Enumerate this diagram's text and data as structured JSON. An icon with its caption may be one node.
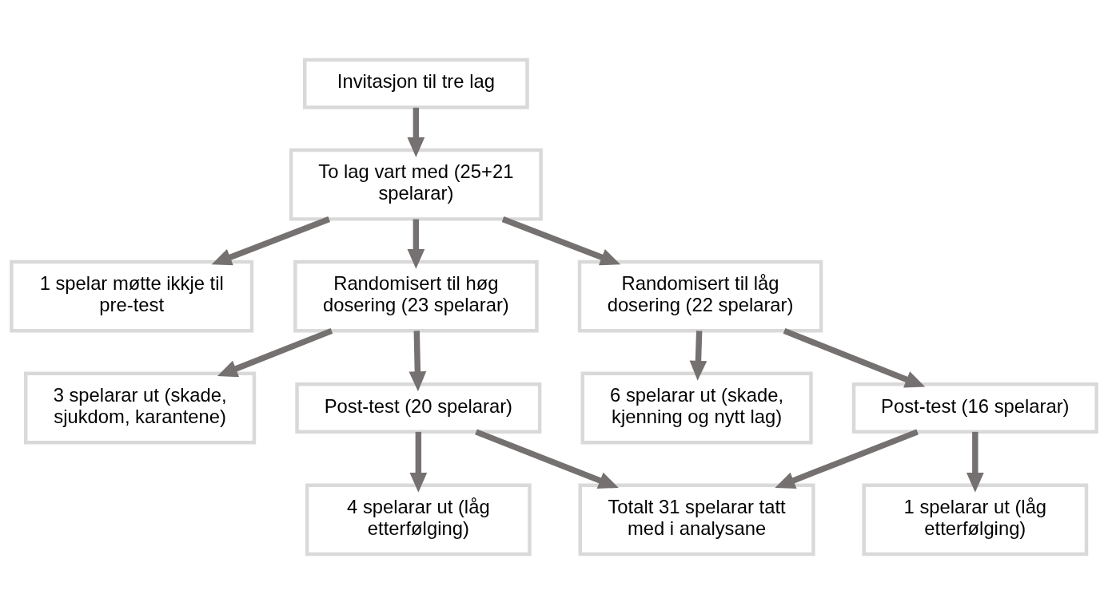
{
  "diagram": {
    "nodes": [
      {
        "text": [
          "Invitasjon til tre lag"
        ]
      },
      {
        "text": [
          "To lag vart med (25+21 spelarar)"
        ]
      },
      {
        "text": [
          "1 spelar møtte ikkje til pre-test"
        ]
      },
      {
        "text": [
          "Randomisert til høg dosering (23 spelarar)"
        ]
      },
      {
        "text": [
          "Randomisert til låg dosering (22 spelarar)"
        ]
      },
      {
        "text": [
          "3 spelarar ut (skade, sjukdom, karantene)"
        ]
      },
      {
        "text": [
          "6 spelarar ut (skade, kjenning og nytt lag)"
        ]
      },
      {
        "text": [
          "Post-test (20 spelarar)"
        ]
      },
      {
        "text": [
          "Post-test (16 spelarar)"
        ]
      },
      {
        "text": [
          "4 spelarar ut (låg etterfølging)"
        ]
      },
      {
        "text": [
          "1 spelarar ut (låg etterfølging)"
        ]
      },
      {
        "text": [
          "Totalt 31 spelarar tatt med i analysane"
        ]
      }
    ],
    "edges": [
      {
        "from": 0,
        "to": 1,
        "arrow": "to"
      },
      {
        "from": 1,
        "to": 2,
        "arrow": "to"
      },
      {
        "from": 1,
        "to": 3,
        "arrow": "to"
      },
      {
        "from": 1,
        "to": 4,
        "arrow": "to"
      },
      {
        "from": 3,
        "to": 5,
        "arrow": "to"
      },
      {
        "from": 4,
        "to": 6,
        "arrow": "to"
      },
      {
        "from": 3,
        "to": 7,
        "arrow": "to"
      },
      {
        "from": 4,
        "to": 8,
        "arrow": "to"
      },
      {
        "from": 7,
        "to": 9,
        "arrow": "to"
      },
      {
        "from": 8,
        "to": 10,
        "arrow": "to"
      },
      {
        "from": 7,
        "to": 11,
        "arrow": "to"
      },
      {
        "from": 8,
        "to": 11,
        "arrow": "to"
      }
    ]
  }
}
